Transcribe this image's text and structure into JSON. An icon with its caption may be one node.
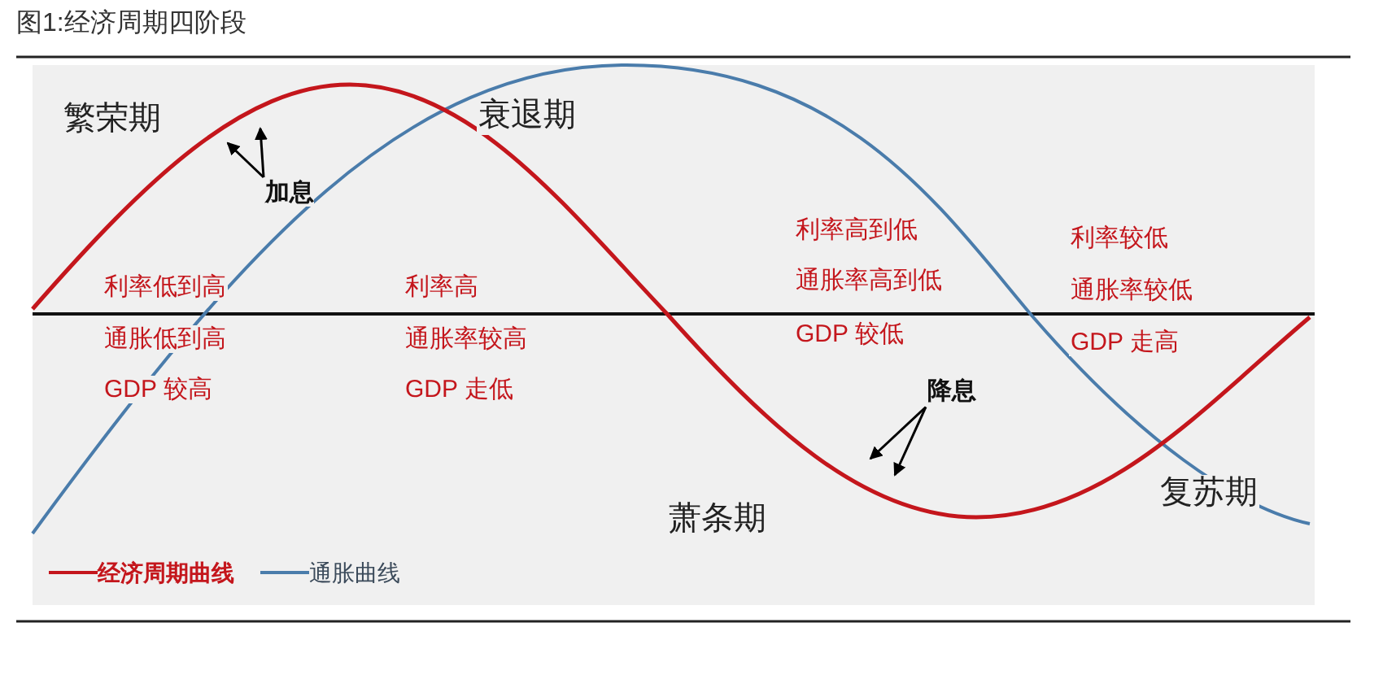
{
  "diagram": {
    "title": "图1:经济周期四阶段",
    "nodes": [
      {
        "text": [
          "加息"
        ]
      },
      {
        "text": [
          "降息"
        ]
      }
    ],
    "edges": [
      {
        "from": 0,
        "to": null,
        "arrow": "to"
      },
      {
        "from": 0,
        "to": null,
        "arrow": "to"
      },
      {
        "from": 1,
        "to": null,
        "arrow": "to"
      },
      {
        "from": 1,
        "to": null,
        "arrow": "to"
      }
    ],
    "labels": [
      "繁荣期",
      "衰退期",
      "利率低到高",
      "通胀低到高",
      "GDP 较高",
      "利率高",
      "通胀率较高",
      "GDP 走低",
      "利率高到低",
      "通胀率高到低",
      "GDP 较低",
      "利率较低",
      "通胀率较低",
      "GDP 走高",
      "萧条期",
      "复苏期"
    ],
    "legend": [
      {
        "text": "经济周期曲线"
      },
      {
        "text": "通胀曲线"
      }
    ]
  }
}
